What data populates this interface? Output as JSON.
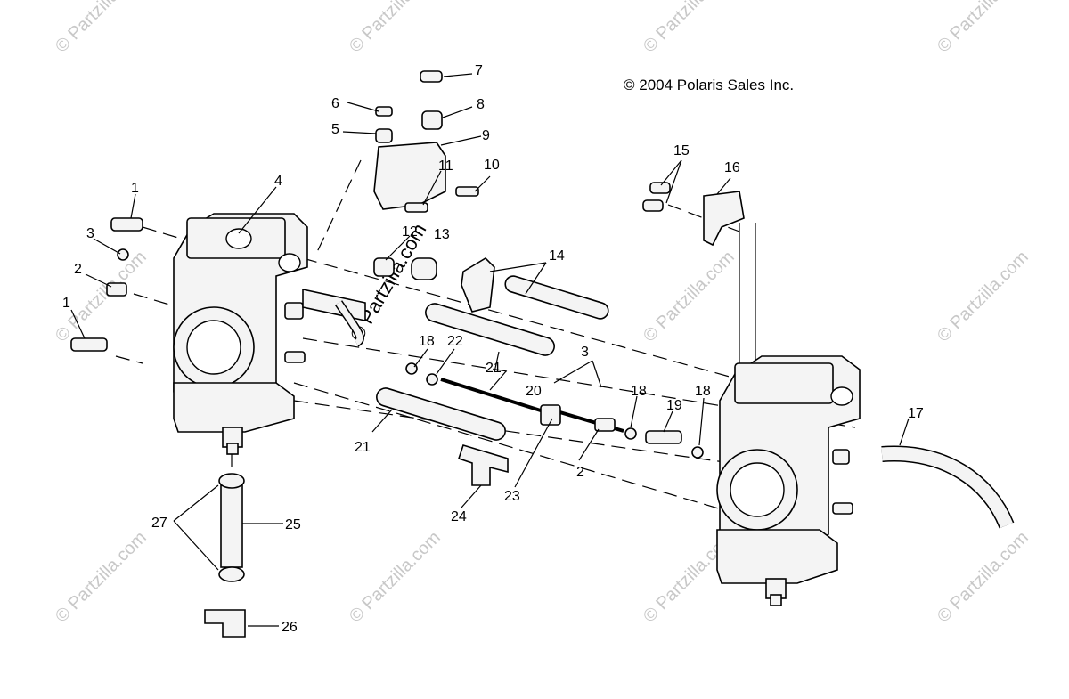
{
  "copyright": "© 2004 Polaris Sales Inc.",
  "watermark": "© Partzilla.com",
  "callouts": [
    "1",
    "1",
    "2",
    "2",
    "3",
    "3",
    "4",
    "5",
    "6",
    "7",
    "8",
    "9",
    "10",
    "11",
    "12",
    "13",
    "14",
    "15",
    "16",
    "17",
    "18",
    "18",
    "18",
    "19",
    "20",
    "21",
    "21",
    "22",
    "23",
    "24",
    "25",
    "26",
    "27"
  ]
}
